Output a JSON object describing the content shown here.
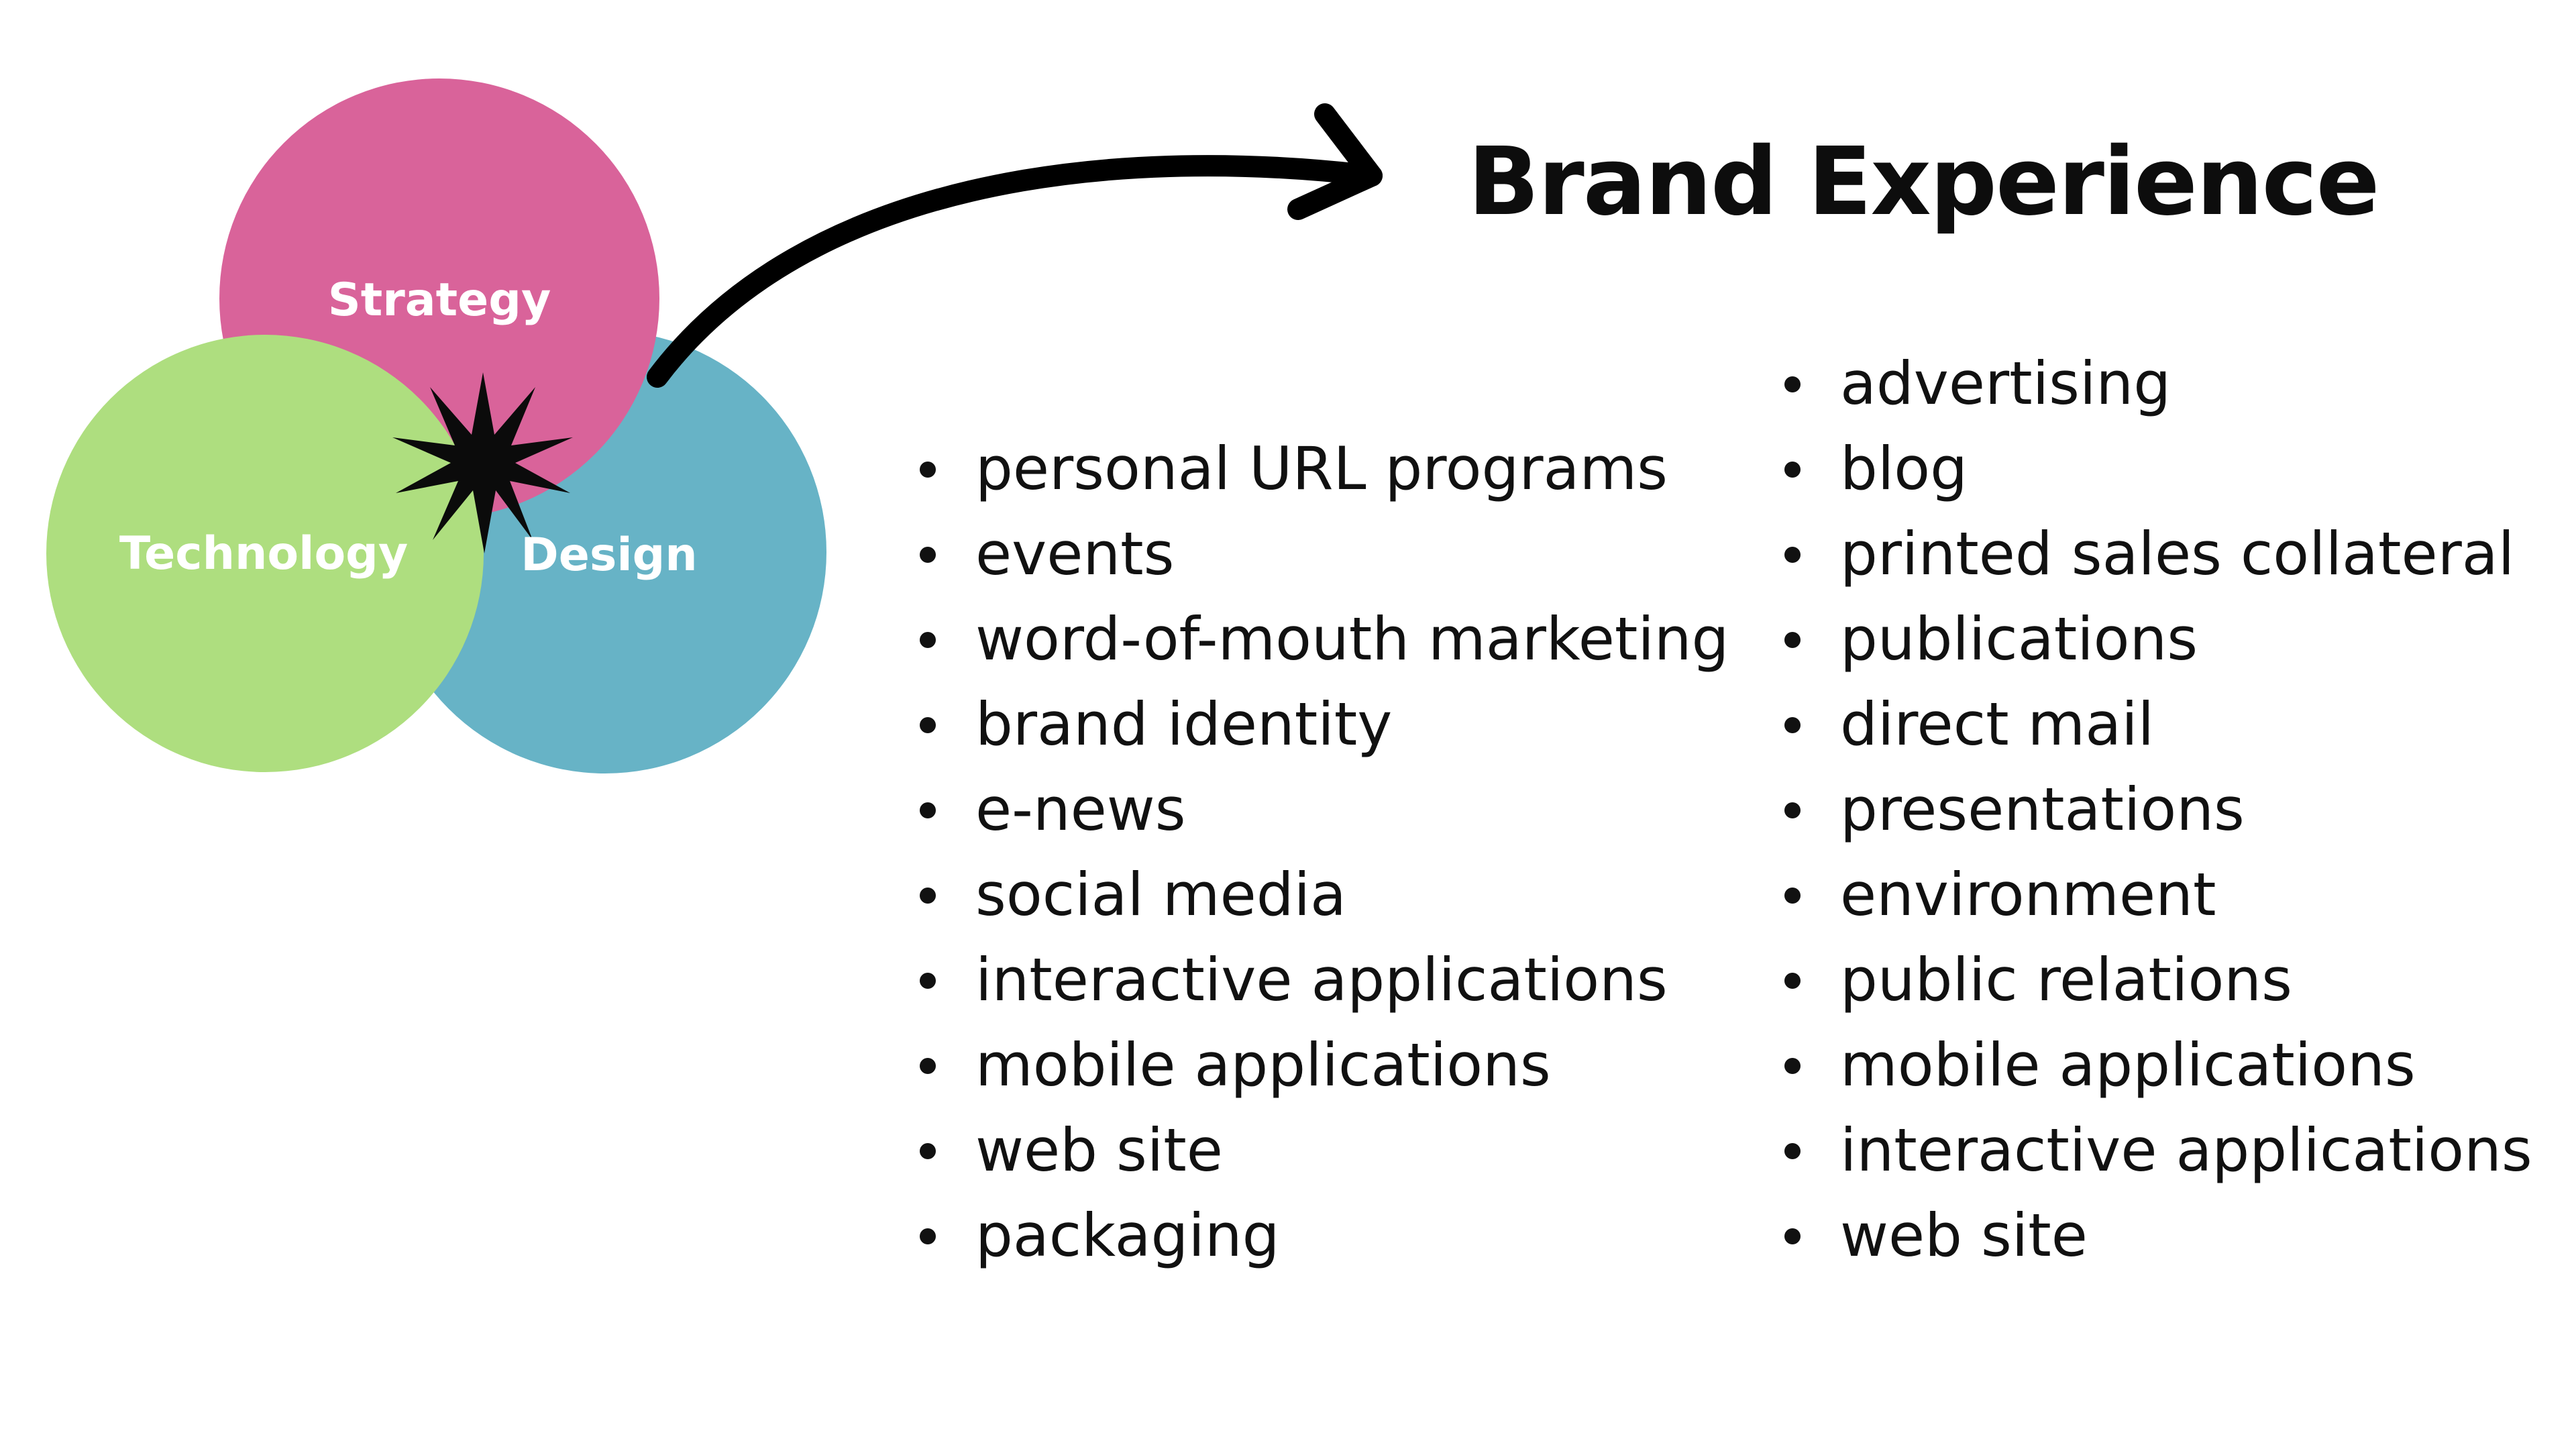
{
  "title": "Brand Experience",
  "circles": {
    "strategy": {
      "label": "Strategy",
      "color": "#d9639a"
    },
    "design": {
      "label": "Design",
      "color": "#67b3c6"
    },
    "technology": {
      "label": "Technology",
      "color": "#aede7f"
    }
  },
  "left_list": [
    "personal URL programs",
    "events",
    "word-of-mouth marketing",
    "brand identity",
    "e-news",
    "social media",
    "interactive applications",
    "mobile applications",
    "web site",
    "packaging"
  ],
  "right_list": [
    "advertising",
    "blog",
    "printed sales collateral",
    "publications",
    "direct mail",
    "presentations",
    "environment",
    "public relations",
    "mobile applications",
    "interactive applications",
    "web site"
  ],
  "icons": {
    "burst": "starburst-icon",
    "arrow": "curved-arrow-icon"
  }
}
